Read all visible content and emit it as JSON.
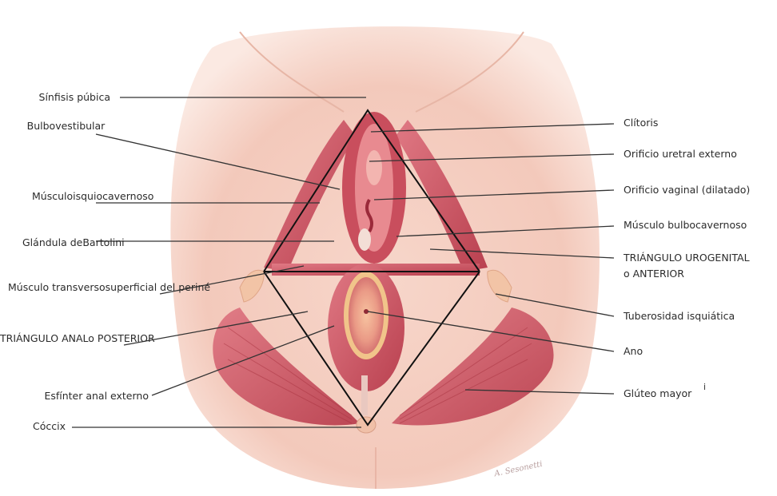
{
  "labels_left": {
    "sinfisis": "Sínfisis púbica",
    "bulbo_1": "Bulbo",
    "bulbo_2": "vestibular",
    "isquio_1": "Músculo",
    "isquio_2": "isquiocavernoso",
    "glandula_1": "Glándula de",
    "glandula_2": "Bartolini",
    "transverso_1": "Músculo transverso",
    "transverso_2": "superficial del periné",
    "tri_anal_1": "TRIÁNGULO ANAL",
    "tri_anal_2": "o POSTERIOR",
    "esfinter": "Esfínter anal externo",
    "coccix": "Cóccix"
  },
  "labels_right": {
    "clitoris": "Clítoris",
    "uretral": "Orificio uretral externo",
    "vaginal": "Orificio vaginal (dilatado)",
    "bulbocavernoso": "Músculo bulbocavernoso",
    "tri_uro_1": "TRIÁNGULO UROGENITAL",
    "tri_uro_2": "o ANTERIOR",
    "tuberosidad": "Tuberosidad isquiática",
    "ano": "Ano",
    "gluteo": "Glúteo mayor"
  },
  "footnote_mark": "i",
  "signature": "A. Sesonetti",
  "colors": {
    "skin": "#f6d7cc",
    "skin_shadow": "#eab8a8",
    "muscle": "#d4606e",
    "muscle_dark": "#b23a4a",
    "leader_line": "#333333",
    "triangle_line": "#111111",
    "anal_ring": "#f1c48a"
  }
}
